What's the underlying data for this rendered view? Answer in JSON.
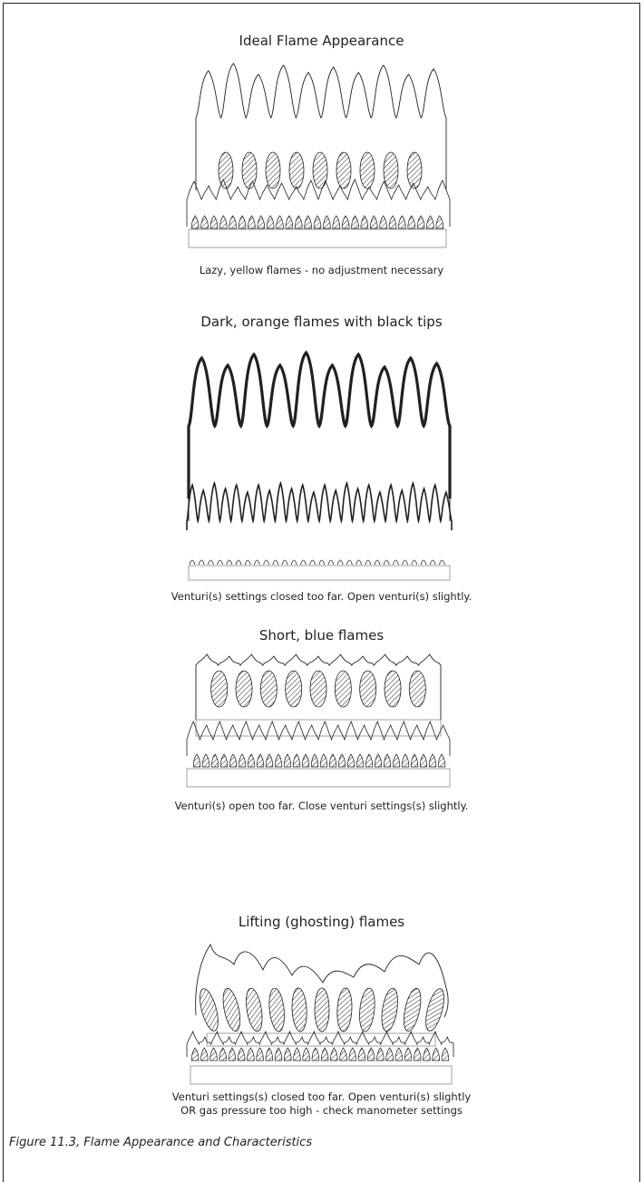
{
  "sections": [
    {
      "title": "Ideal Flame Appearance",
      "caption": [
        "Lazy, yellow flames - no adjustment necessary"
      ]
    },
    {
      "title": "Dark, orange flames with black tips",
      "caption": [
        "Venturi(s) settings closed too far. Open venturi(s) slightly."
      ]
    },
    {
      "title": "Short, blue flames",
      "caption": [
        "Venturi(s) open too far. Close venturi settings(s) slightly."
      ]
    },
    {
      "title": "Lifting (ghosting) flames",
      "caption": [
        "Venturi settings(s) closed too far. Open venturi(s) slightly",
        "OR gas pressure too high - check manometer settings"
      ]
    }
  ],
  "figure_caption": "Figure 11.3, Flame Appearance and Characteristics"
}
